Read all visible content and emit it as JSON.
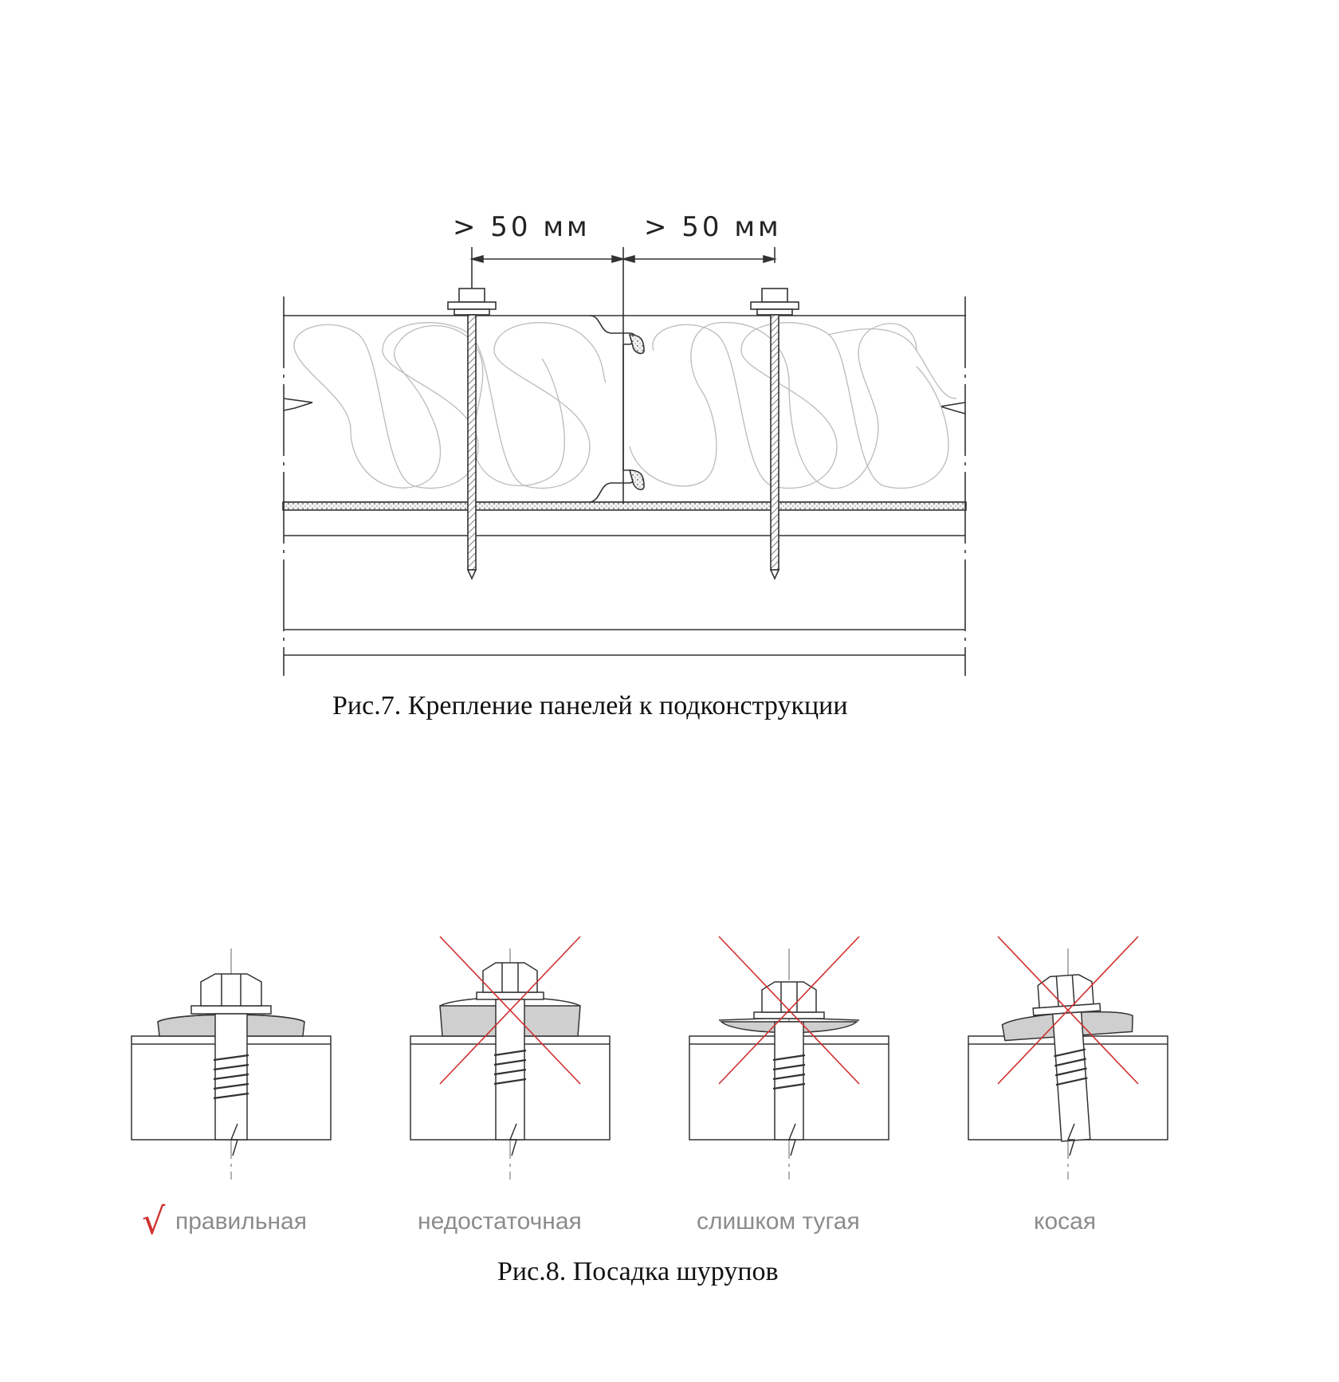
{
  "figure7": {
    "dimension_left": "> 50 мм",
    "dimension_right": "> 50 мм",
    "caption": "Рис.7. Крепление панелей к подконструкции"
  },
  "figure8": {
    "variants": [
      {
        "label": "правильная",
        "correct": true
      },
      {
        "label": "недостаточная",
        "correct": false
      },
      {
        "label": "слишком тугая",
        "correct": false
      },
      {
        "label": "косая",
        "correct": false
      }
    ],
    "caption": "Рис.8. Посадка шурупов",
    "check_mark": "√"
  },
  "colors": {
    "line": "#333333",
    "cross": "#d03030",
    "washer": "#cfcfcf",
    "label": "#8c8c8c"
  }
}
